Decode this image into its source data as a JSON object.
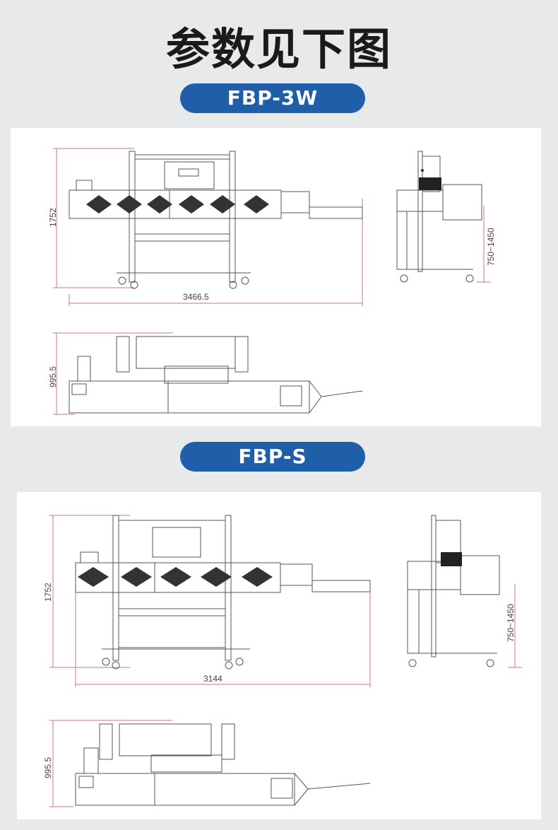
{
  "title": "参数见下图",
  "models": [
    {
      "name": "FBP-3W",
      "dims": {
        "height": "1752",
        "length": "3466.5",
        "table_height_range": "750~1450",
        "depth": "995.5"
      }
    },
    {
      "name": "FBP-S",
      "dims": {
        "height": "1752",
        "length": "3144",
        "table_height_range": "750~1450",
        "depth": "995.5"
      }
    }
  ]
}
